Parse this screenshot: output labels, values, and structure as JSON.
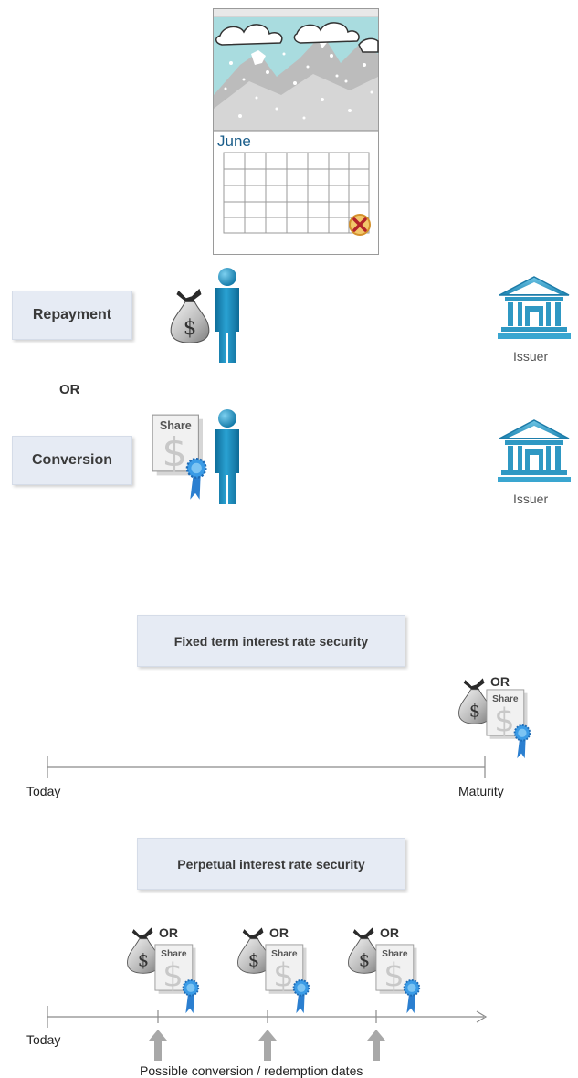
{
  "calendar": {
    "month": "June"
  },
  "options": {
    "repayment_label": "Repayment",
    "or_label": "OR",
    "conversion_label": "Conversion",
    "issuer_label": "Issuer",
    "share_label": "Share"
  },
  "fixed": {
    "title": "Fixed term interest rate security",
    "or_label": "OR",
    "share_label": "Share",
    "start_label": "Today",
    "end_label": "Maturity"
  },
  "perpetual": {
    "title": "Perpetual interest rate security",
    "or_label": "OR",
    "share_label": "Share",
    "start_label": "Today",
    "dates_label": "Possible conversion / redemption dates"
  },
  "colors": {
    "person": "#1a8fc0",
    "issuer": "#2f98c3",
    "box_fill": "#e6ebf4",
    "month_text": "#1a5d8a"
  }
}
